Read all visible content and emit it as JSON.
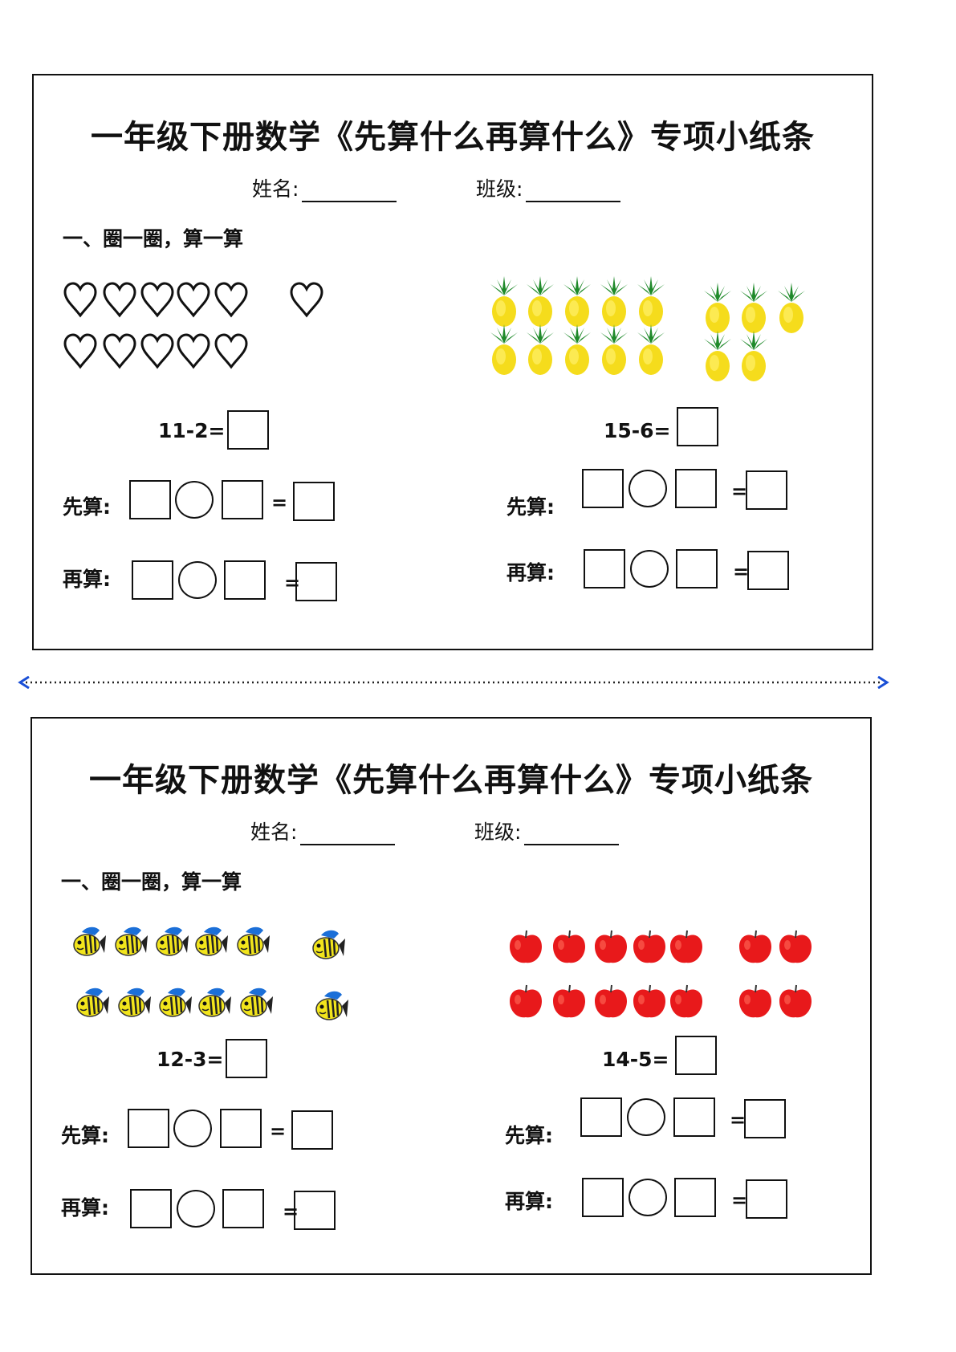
{
  "cards": [
    {
      "title": "一年级下册数学《先算什么再算什么》专项小纸条",
      "name_label": "姓名:",
      "class_label": "班级:",
      "section_heading": "一、圈一圈，算一算",
      "left": {
        "icon": "heart-outline-icon",
        "rows": [
          [
            5,
            1
          ],
          [
            5,
            0
          ]
        ],
        "expression": "11-2=",
        "first_label": "先算:",
        "then_label": "再算:",
        "equals": "="
      },
      "right": {
        "icon": "pineapple-icon",
        "rows": [
          [
            5,
            3
          ],
          [
            5,
            2
          ]
        ],
        "expression": "15-6=",
        "first_label": "先算:",
        "then_label": "再算:",
        "equals": "="
      }
    },
    {
      "title": "一年级下册数学《先算什么再算什么》专项小纸条",
      "name_label": "姓名:",
      "class_label": "班级:",
      "section_heading": "一、圈一圈，算一算",
      "left": {
        "icon": "fish-icon",
        "rows": [
          [
            5,
            1
          ],
          [
            5,
            1
          ]
        ],
        "expression": "12-3=",
        "first_label": "先算:",
        "then_label": "再算:",
        "equals": "="
      },
      "right": {
        "icon": "apple-icon",
        "rows": [
          [
            5,
            2
          ],
          [
            5,
            2
          ]
        ],
        "expression": "14-5=",
        "first_label": "先算:",
        "then_label": "再算:",
        "equals": "="
      }
    }
  ],
  "divider": {
    "style": "dotted",
    "arrow_color": "#1a4fd6"
  }
}
